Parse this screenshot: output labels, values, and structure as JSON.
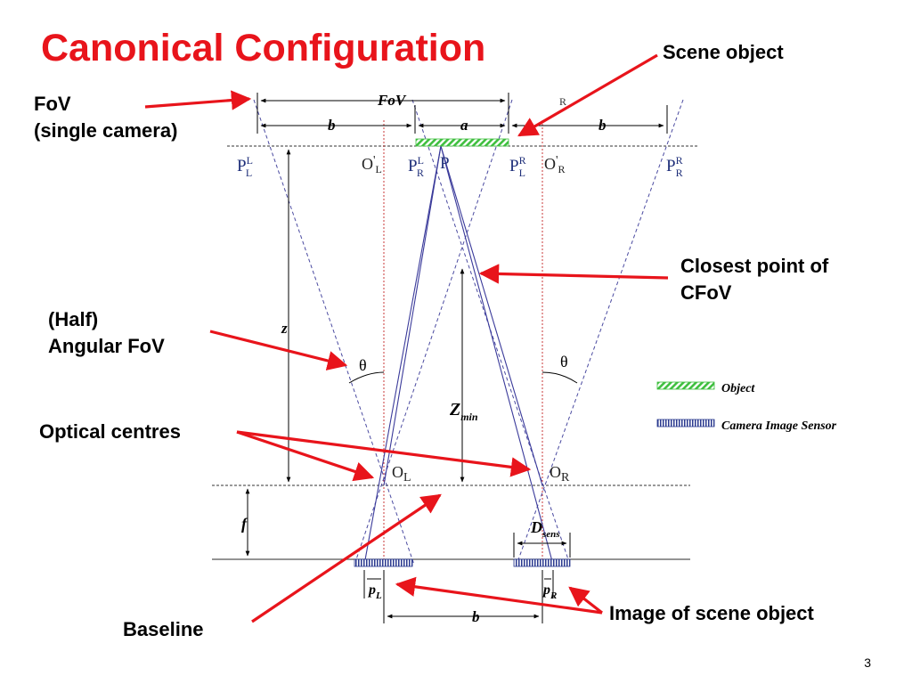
{
  "title": "Canonical Configuration",
  "page_number": "3",
  "colors": {
    "title": "#e8141b",
    "arrow": "#e8141b",
    "object_fill": "#3fbf3f",
    "sensor_fill": "#2b3a8f",
    "ray": "#3a3a9a",
    "optical_axis": "#c83a3a"
  },
  "callouts": {
    "scene_object": "Scene object",
    "fov_line1": "FoV",
    "fov_line2": "(single camera)",
    "closest_line1": "Closest point of",
    "closest_line2": "CFoV",
    "half_line1": "(Half)",
    "half_line2": "Angular FoV",
    "optical_centres": "Optical centres",
    "image_of_object": "Image of scene object",
    "baseline": "Baseline"
  },
  "diagram": {
    "dim_fov": "FoV",
    "dim_b_left": "b",
    "dim_a": "a",
    "dim_b_right": "b",
    "dim_b_bottom": "b",
    "dim_z": "z",
    "dim_f": "f",
    "zmin_main": "Z",
    "zmin_sub": "min",
    "dsens_main": "D",
    "dsens_sub": "sens",
    "r_top": "R",
    "theta_left": "θ",
    "theta_right": "θ",
    "pll_main": "P",
    "pll_sub": "L",
    "pll_sup": "L",
    "prl_main": "P",
    "prl_sub": "R",
    "prl_sup": "L",
    "p_point": "P",
    "plr_main": "P",
    "plr_sub": "L",
    "plr_sup": "R",
    "prr_main": "P",
    "prr_sub": "R",
    "prr_sup": "R",
    "oprime_l_main": "O",
    "oprime_l_mark": "'",
    "oprime_l_sub": "L",
    "oprime_r_main": "O",
    "oprime_r_mark": "'",
    "oprime_r_sub": "R",
    "ol_main": "O",
    "ol_sub": "L",
    "or_main": "O",
    "or_sub": "R",
    "pl_main": "p",
    "pl_sub": "L",
    "pr_main": "p",
    "pr_sub": "R"
  },
  "legend": {
    "object": "Object",
    "sensor": "Camera Image Sensor"
  }
}
